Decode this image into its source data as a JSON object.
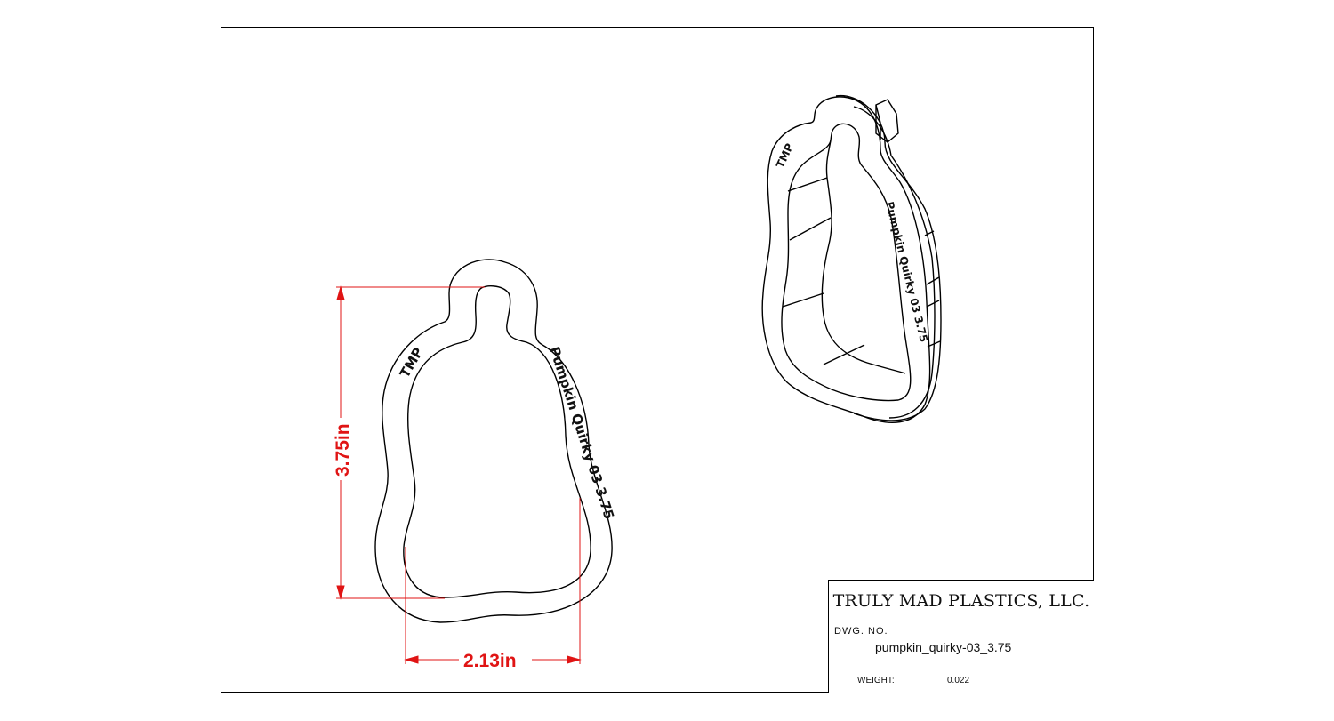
{
  "drawing": {
    "dimensions": {
      "height_label": "3.75in",
      "width_label": "2.13in"
    },
    "engraving": {
      "brand_text": "TMP",
      "product_text": "Pumpkin Quirky 03 3.75"
    },
    "dimension_color": "#e01414",
    "line_color": "#000000"
  },
  "title_block": {
    "company": "TRULY MAD PLASTICS, LLC.",
    "dwg_no_label": "DWG. NO.",
    "dwg_no_value": "pumpkin_quirky-03_3.75",
    "weight_label": "WEIGHT:",
    "weight_value": "0.022"
  }
}
